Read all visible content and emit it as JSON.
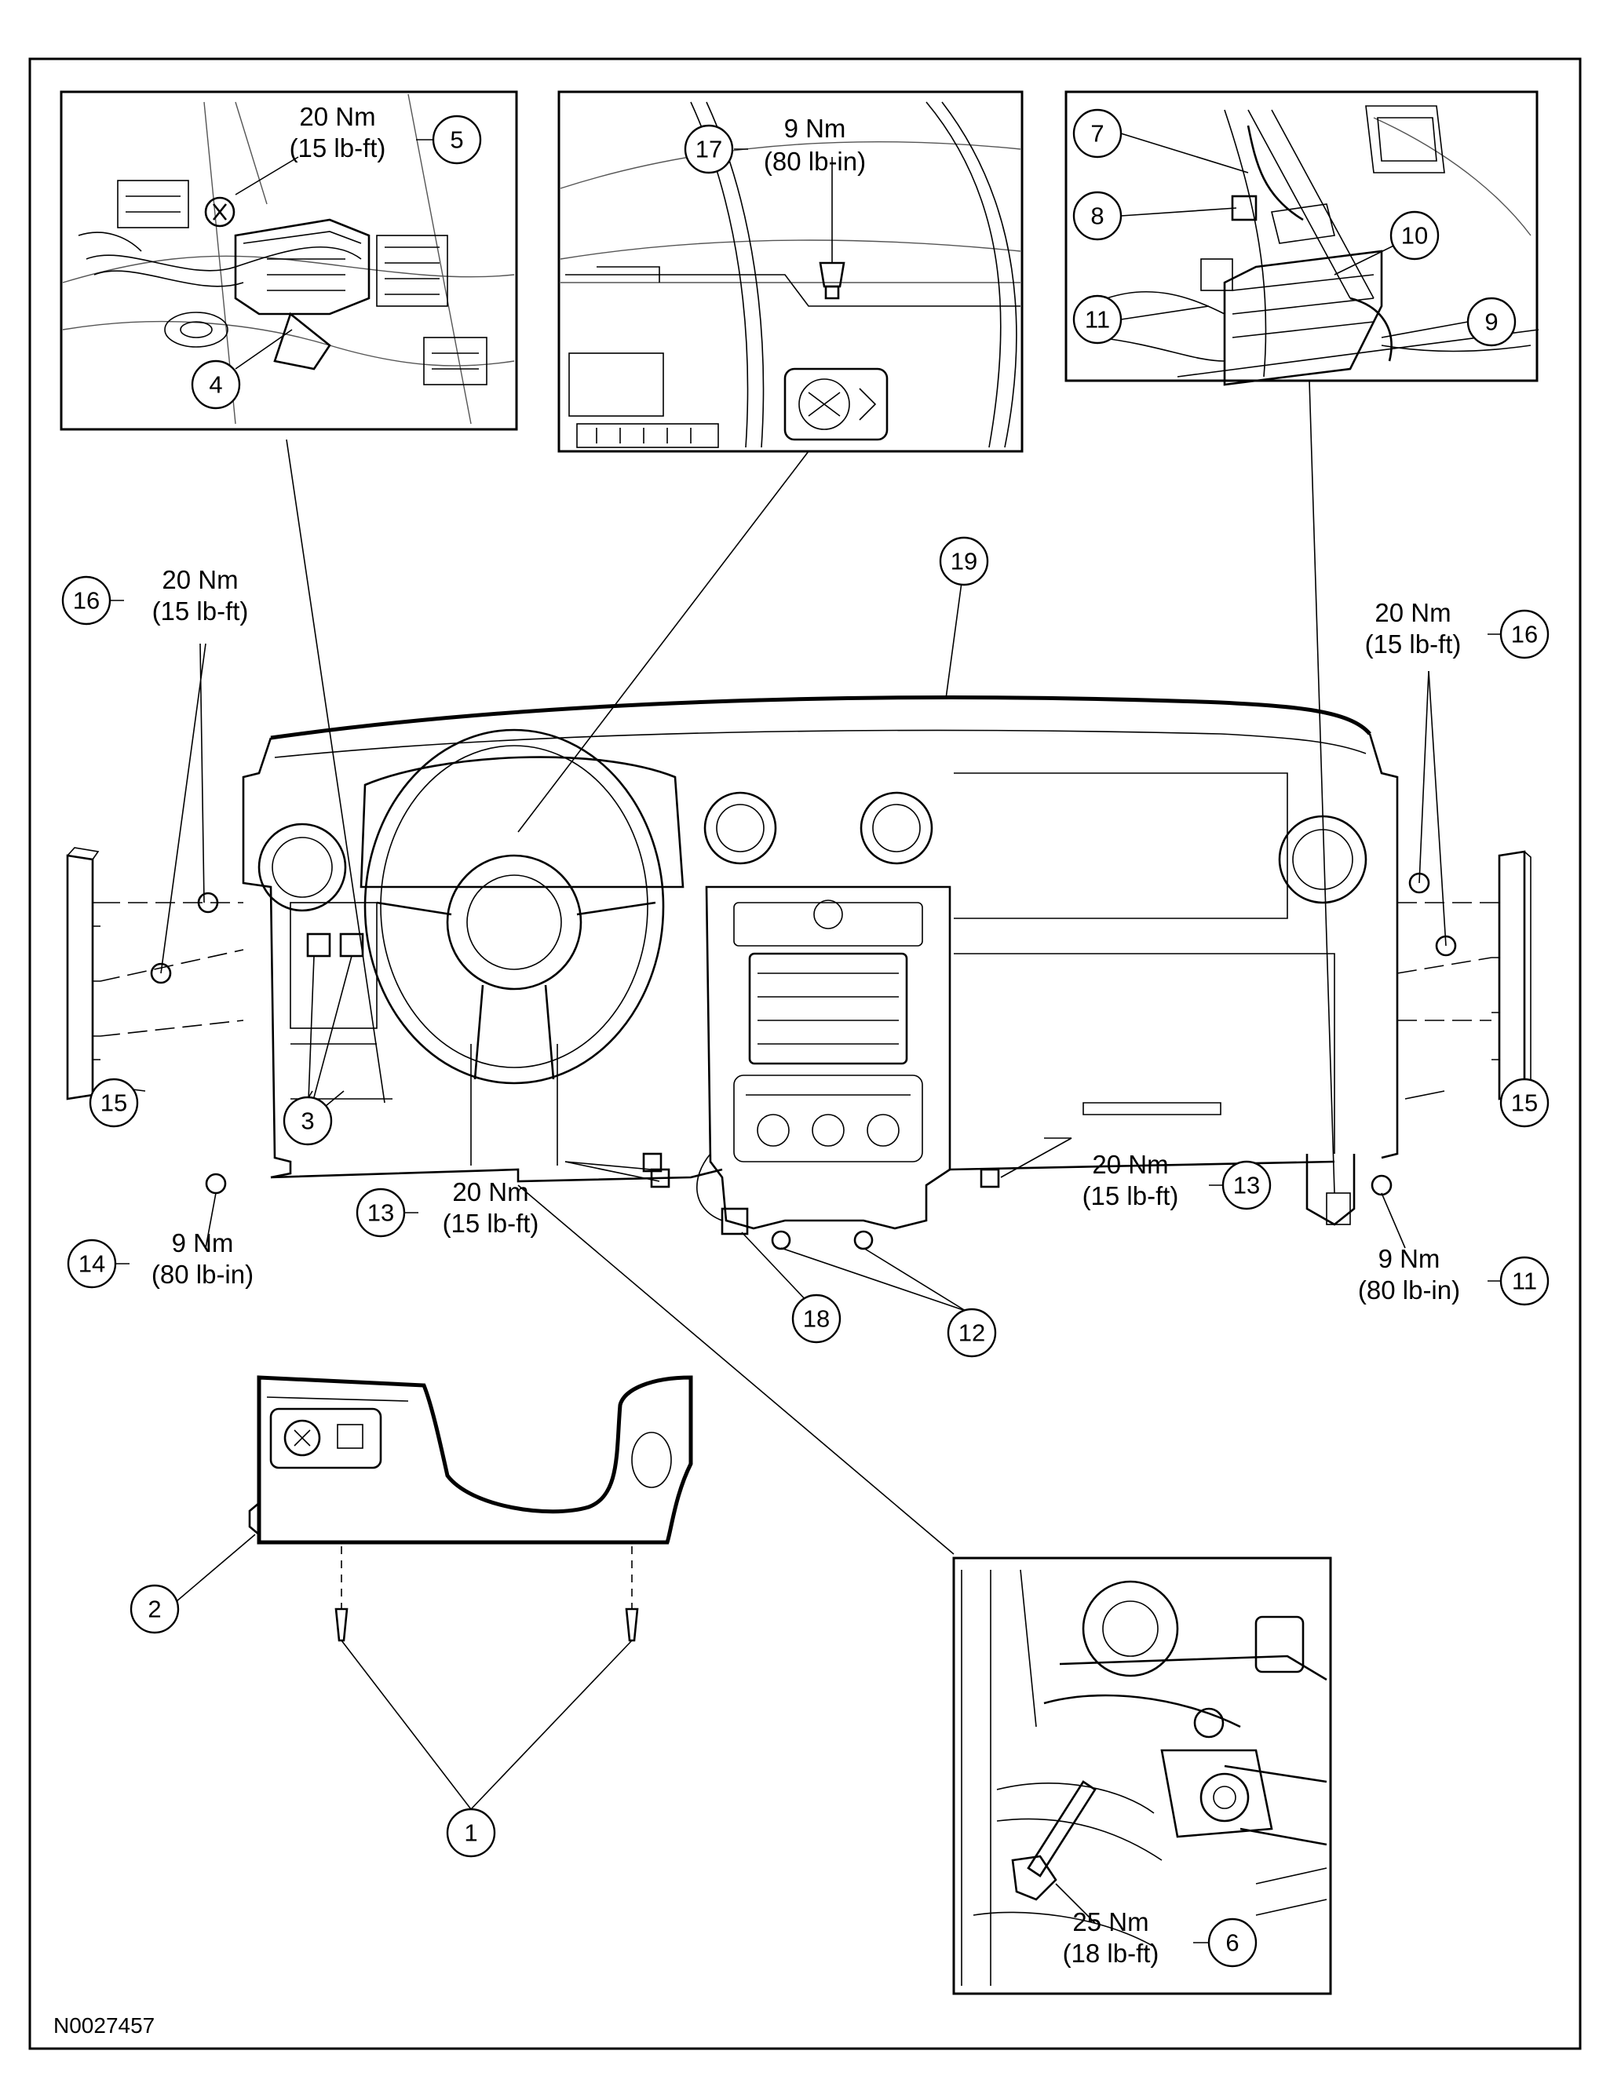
{
  "figure_code": "N0027457",
  "callouts": {
    "c1": "1",
    "c2": "2",
    "c3": "3",
    "c4": "4",
    "c5": "5",
    "c6": "6",
    "c7": "7",
    "c8": "8",
    "c9": "9",
    "c10": "10",
    "c11a": "11",
    "c11b": "11",
    "c12": "12",
    "c13a": "13",
    "c13b": "13",
    "c14": "14",
    "c15a": "15",
    "c15b": "15",
    "c16a": "16",
    "c16b": "16",
    "c17": "17",
    "c18": "18",
    "c19": "19"
  },
  "torques": {
    "t5": [
      "20 Nm",
      "(15 lb-ft)"
    ],
    "t17": [
      "9 Nm",
      "(80 lb-in)"
    ],
    "t16a": [
      "20 Nm",
      "(15 lb-ft)"
    ],
    "t16b": [
      "20 Nm",
      "(15 lb-ft)"
    ],
    "t13a": [
      "20 Nm",
      "(15 lb-ft)"
    ],
    "t13b": [
      "20 Nm",
      "(15 lb-ft)"
    ],
    "t14": [
      "9 Nm",
      "(80 lb-in)"
    ],
    "t11": [
      "9 Nm",
      "(80 lb-in)"
    ],
    "t6": [
      "25 Nm",
      "(18 lb-ft)"
    ]
  }
}
